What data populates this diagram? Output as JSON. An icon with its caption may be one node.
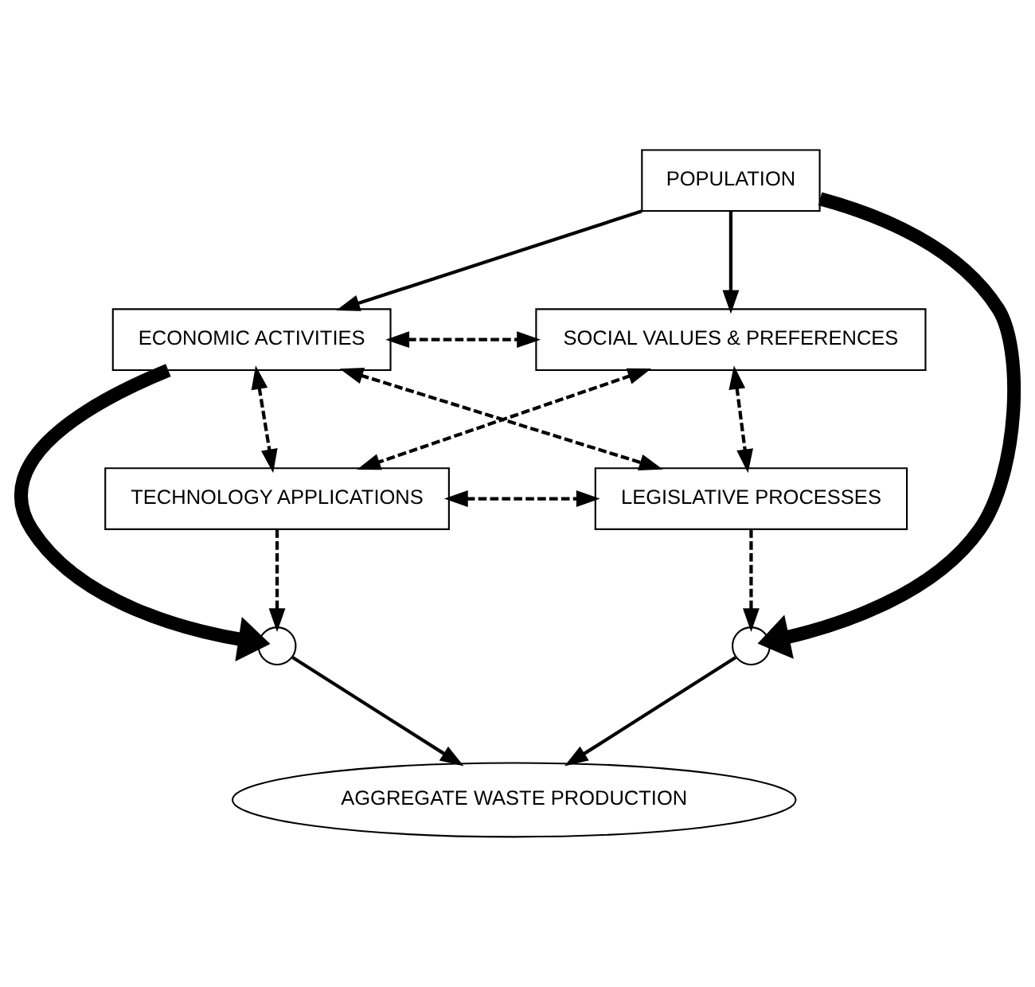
{
  "diagram": {
    "nodes": [
      {
        "text": [
          "POPULATION"
        ]
      },
      {
        "text": [
          "ECONOMIC ACTIVITIES"
        ]
      },
      {
        "text": [
          "SOCIAL VALUES & PREFERENCES"
        ]
      },
      {
        "text": [
          "TECHNOLOGY APPLICATIONS"
        ]
      },
      {
        "text": [
          "LEGISLATIVE PROCESSES"
        ]
      },
      {
        "text": [],
        "shape": "circle"
      },
      {
        "text": [],
        "shape": "circle"
      },
      {
        "text": [
          "AGGREGATE WASTE PRODUCTION"
        ]
      }
    ],
    "edges": [
      {
        "from": 0,
        "to": 1,
        "arrow": "to"
      },
      {
        "from": 0,
        "to": 2,
        "arrow": "to"
      },
      {
        "from": 1,
        "to": 2,
        "arrow": "both",
        "style": "dashed"
      },
      {
        "from": 1,
        "to": 3,
        "arrow": "both",
        "style": "dashed"
      },
      {
        "from": 1,
        "to": 4,
        "arrow": "both",
        "style": "dashed"
      },
      {
        "from": 2,
        "to": 3,
        "arrow": "both",
        "style": "dashed"
      },
      {
        "from": 2,
        "to": 4,
        "arrow": "both",
        "style": "dashed"
      },
      {
        "from": 3,
        "to": 4,
        "arrow": "both",
        "style": "dashed"
      },
      {
        "from": 1,
        "to": 5,
        "arrow": "to",
        "style": "thick"
      },
      {
        "from": 0,
        "to": 6,
        "arrow": "to",
        "style": "thick"
      },
      {
        "from": 3,
        "to": 5,
        "arrow": "to",
        "style": "dashed"
      },
      {
        "from": 4,
        "to": 6,
        "arrow": "to",
        "style": "dashed"
      },
      {
        "from": 5,
        "to": 7,
        "arrow": "to"
      },
      {
        "from": 6,
        "to": 7,
        "arrow": "to"
      }
    ]
  }
}
